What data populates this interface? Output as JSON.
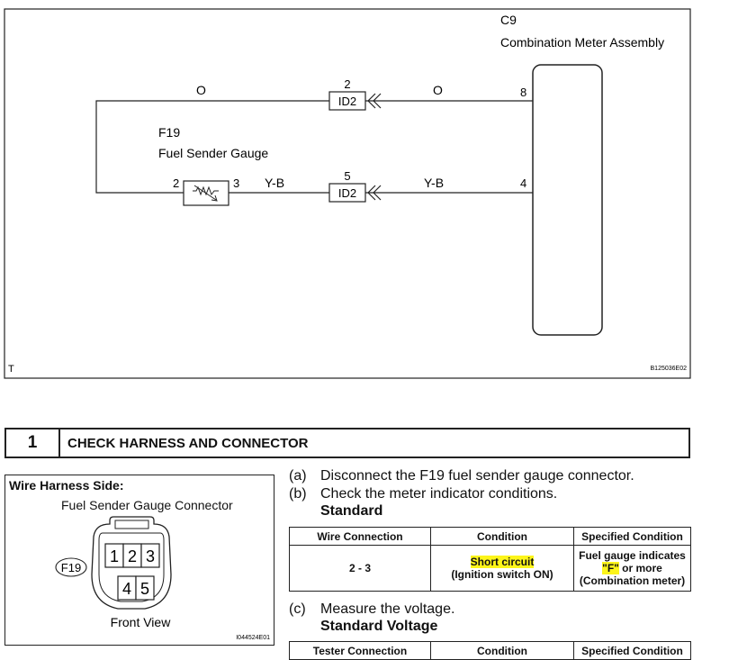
{
  "diagram": {
    "c9_code": "C9",
    "c9_name": "Combination Meter Assembly",
    "f19_code": "F19",
    "f19_name": "Fuel Sender Gauge",
    "wire_top_left": "O",
    "wire_top_right": "O",
    "wire_bottom_left": "Y-B",
    "wire_bottom_right": "Y-B",
    "id2_top_pin": "2",
    "id2_bottom_pin": "5",
    "id2_label": "ID2",
    "meter_pin_top": "8",
    "meter_pin_bottom": "4",
    "sender_pin_left": "2",
    "sender_pin_right": "3",
    "corner_mark": "T",
    "figure_code": "B125036E02"
  },
  "step": {
    "number": "1",
    "title": "CHECK HARNESS AND CONNECTOR"
  },
  "connector": {
    "heading": "Wire Harness Side:",
    "name": "Fuel Sender Gauge Connector",
    "tag": "F19",
    "pins_top": [
      "1",
      "2",
      "3"
    ],
    "pins_bottom": [
      "4",
      "5"
    ],
    "view": "Front View",
    "figure_code": "I044524E01"
  },
  "instructions": {
    "a_mark": "(a)",
    "a_text": "Disconnect the F19 fuel sender gauge connector.",
    "b_mark": "(b)",
    "b_text": "Check the meter indicator conditions.",
    "b_standard": "Standard",
    "c_mark": "(c)",
    "c_text": "Measure the voltage.",
    "c_standard": "Standard Voltage"
  },
  "table1": {
    "headers": [
      "Wire Connection",
      "Condition",
      "Specified Condition"
    ],
    "row": {
      "wire": "2 - 3",
      "condition_1": "Short circuit",
      "condition_2": "(Ignition switch ON)",
      "spec_1": "Fuel gauge indicates",
      "spec_2a": "\"F\"",
      "spec_2b": " or more",
      "spec_3": "(Combination meter)"
    }
  },
  "table2": {
    "headers": [
      "Tester Connection",
      "Condition",
      "Specified Condition"
    ]
  },
  "colors": {
    "highlight": "#fdf51a",
    "line": "#222222"
  }
}
